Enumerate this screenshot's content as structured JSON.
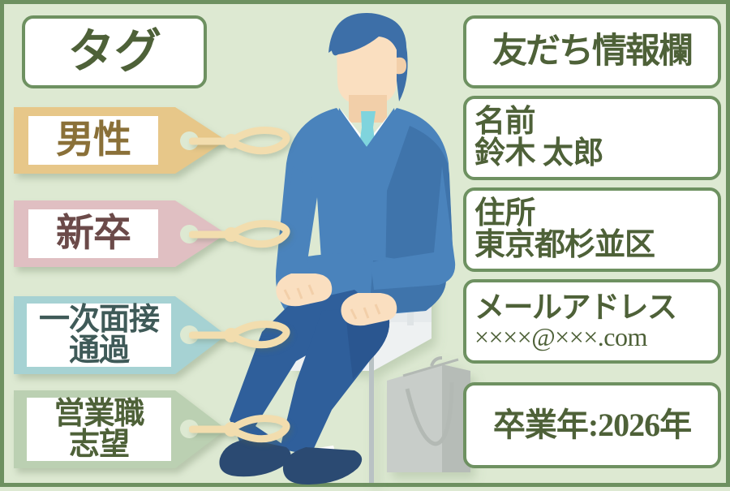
{
  "background_color": "#dde9d2",
  "border_color": "#6e9161",
  "tags_column": {
    "header": {
      "label": "タグ",
      "text_color": "#4e6138",
      "box_color": "#ffffff"
    },
    "items": [
      {
        "lines": [
          "男性"
        ],
        "tag_color": "#e7c789",
        "text_color": "#8a7038",
        "string_color": "#f2ddae"
      },
      {
        "lines": [
          "新卒"
        ],
        "tag_color": "#e0bfc2",
        "text_color": "#6b4a49",
        "string_color": "#f2ddae"
      },
      {
        "lines": [
          "一次面接",
          "通過"
        ],
        "tag_color": "#a6d2d3",
        "text_color": "#3f5a58",
        "string_color": "#f2ddae"
      },
      {
        "lines": [
          "営業職",
          "志望"
        ],
        "tag_color": "#bbd0b2",
        "text_color": "#4e6138",
        "string_color": "#f2ddae"
      }
    ]
  },
  "info_column": {
    "header": "友だち情報欄",
    "fields": [
      {
        "label": "名前",
        "value": "鈴木 太郎"
      },
      {
        "label": "住所",
        "value": "東京都杉並区"
      },
      {
        "label": "メールアドレス",
        "value": "××××@×××.com"
      },
      {
        "label": "卒業年:2026年",
        "value": ""
      }
    ]
  },
  "illustration": {
    "name": "seated-businessman-illustration",
    "colors": {
      "hair": "#3d6fa8",
      "skin": "#fadfc0",
      "skin_shadow": "#f2cfa9",
      "suit": "#4a83bc",
      "suit_dark": "#3f74ab",
      "shirt": "#ffffff",
      "tie": "#7fd4dd",
      "trousers": "#2f5f9b",
      "shoes": "#2b4a72",
      "chair": "#e6eaec",
      "chair_leg": "#b9c2c4",
      "bag": "#c4c9c6",
      "bag_dark": "#b3b9b5"
    }
  }
}
